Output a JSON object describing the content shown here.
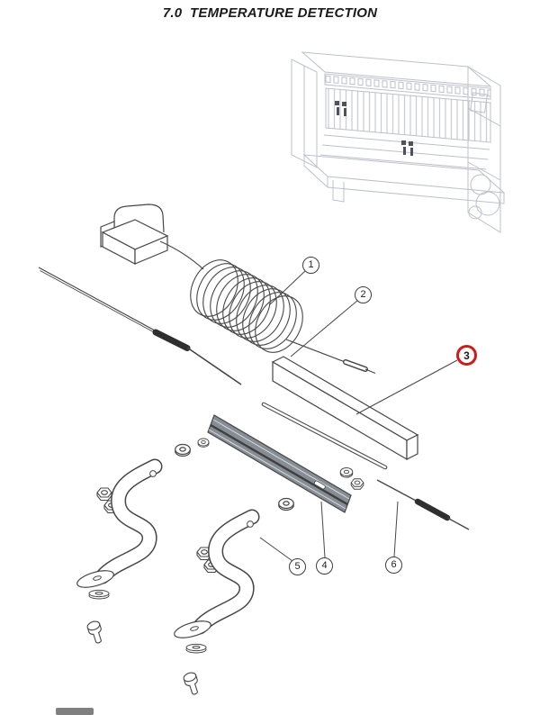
{
  "page": {
    "title": "7.0  TEMPERATURE DETECTION"
  },
  "figure": {
    "name": "temperature-detection-exploded-view",
    "callouts": [
      {
        "label": "1",
        "highlighted": false
      },
      {
        "label": "2",
        "highlighted": false
      },
      {
        "label": "3",
        "highlighted": true
      },
      {
        "label": "4",
        "highlighted": false
      },
      {
        "label": "5",
        "highlighted": false
      },
      {
        "label": "6",
        "highlighted": false
      }
    ],
    "colors": {
      "line": "#474747",
      "ghost_line": "#bcc0ca",
      "highlight_ring": "#cf1a1a"
    }
  }
}
